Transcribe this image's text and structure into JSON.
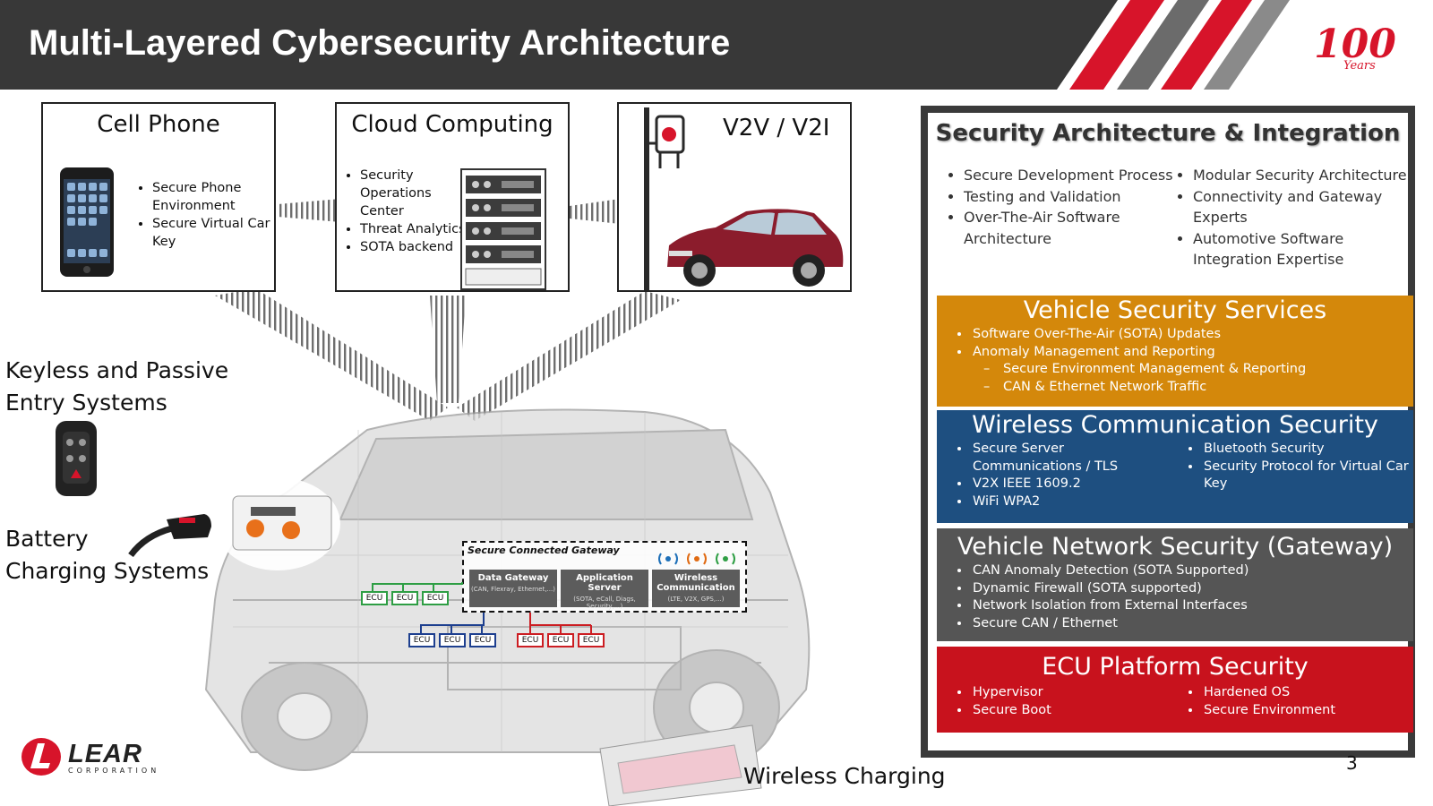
{
  "header": {
    "title": "Multi-Layered Cybersecurity Architecture",
    "badge_100": "100",
    "badge_years": "Years"
  },
  "cell_phone": {
    "title": "Cell Phone",
    "items": [
      "Secure Phone Environment",
      "Secure Virtual Car Key"
    ]
  },
  "cloud": {
    "title": "Cloud Computing",
    "items": [
      "Security Operations Center",
      "Threat Analytics",
      "SOTA backend"
    ]
  },
  "v2v": {
    "title": "V2V / V2I"
  },
  "labels": {
    "keyless_1": "Keyless and Passive",
    "keyless_2": "Entry Systems",
    "battery_1": "Battery",
    "battery_2": "Charging Systems",
    "wireless_charging": "Wireless Charging"
  },
  "gateway": {
    "title": "Secure Connected Gateway",
    "cells": [
      {
        "name": "Data Gateway",
        "sub": "(CAN, Flexray, Ethernet,...)"
      },
      {
        "name": "Application Server",
        "sub": "(SOTA, eCall, Diags, Security,...)"
      },
      {
        "name": "Wireless Communication",
        "sub": "(LTE, V2X, GPS,...)"
      }
    ],
    "ecu_label": "ECU",
    "colors": {
      "green": "#2e9e44",
      "blue": "#1d3f8f",
      "red": "#cc1d22",
      "orange": "#e06a12"
    }
  },
  "panel": {
    "top": {
      "title": "Security Architecture & Integration",
      "left": [
        "Secure Development Process",
        "Testing and Validation",
        "Over-The-Air Software Architecture"
      ],
      "right": [
        "Modular Security Architecture",
        "Connectivity and Gateway Experts",
        "Automotive Software Integration Expertise"
      ]
    },
    "vehicle_services": {
      "title": "Vehicle Security Services",
      "color": "#d4880b",
      "items": [
        "Software Over-The-Air (SOTA) Updates",
        "Anomaly Management and Reporting"
      ],
      "subitems": [
        "Secure Environment Management & Reporting",
        "CAN & Ethernet Network Traffic"
      ]
    },
    "wireless": {
      "title": "Wireless Communication Security",
      "color": "#1e4f80",
      "left": [
        "Secure Server Communications / TLS",
        "V2X IEEE 1609.2",
        "WiFi WPA2"
      ],
      "right": [
        "Bluetooth Security",
        "Security Protocol  for Virtual Car Key"
      ]
    },
    "network": {
      "title": "Vehicle Network Security (Gateway)",
      "color": "#555555",
      "items": [
        "CAN Anomaly Detection (SOTA Supported)",
        "Dynamic Firewall (SOTA supported)",
        "Network Isolation from External Interfaces",
        "Secure CAN / Ethernet"
      ]
    },
    "ecu_platform": {
      "title": "ECU Platform Security",
      "color": "#c8121d",
      "left": [
        "Hypervisor",
        "Secure Boot"
      ],
      "right": [
        "Hardened OS",
        "Secure Environment"
      ]
    }
  },
  "footer": {
    "company": "LEAR",
    "company_sub": "CORPORATION",
    "page": "3"
  }
}
